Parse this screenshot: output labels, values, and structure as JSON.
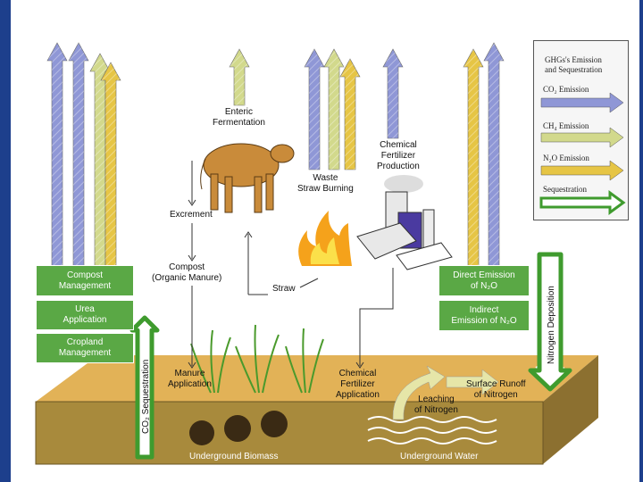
{
  "legend": {
    "title_line1": "GHGs's Emission",
    "title_line2": "and Sequestration",
    "items": [
      "CO₂ Emission",
      "CH₄ Emission",
      "N₂O Emission",
      "Sequestration"
    ]
  },
  "colors": {
    "co2": "#8f97d6",
    "ch4": "#d2d98c",
    "n2o": "#e6c545",
    "sequestration": "#3f9b2e",
    "box_green": "#5aa845",
    "soil_top": "#d7a84d",
    "background": "#1d3f8c"
  },
  "labels": {
    "enteric": "Enteric\nFermentation",
    "excrement": "Excrement",
    "compost": "Compost\n(Organic Manure)",
    "straw": "Straw",
    "waste_straw": "Waste\nStraw Burning",
    "chem_production": "Chemical\nFertilizer\nProduction",
    "manure_app": "Manure\nApplication",
    "chem_app": "Chemical\nFertilizer\nApplication",
    "leaching": "Leaching\nof Nitrogen",
    "runoff": "Surface Runoff\nof Nitrogen",
    "underground_biomass": "Underground Biomass",
    "underground_water": "Underground Water",
    "co2_sequestration": "CO₂ Sequestration",
    "nitrogen_deposition": "Nitrogen Deposition"
  },
  "left_boxes": [
    "Compost\nManagement",
    "Urea\nApplication",
    "Cropland\nManagement"
  ],
  "right_boxes": [
    "Direct Emission\nof N₂O",
    "Indirect\nEmission of N₂O"
  ]
}
